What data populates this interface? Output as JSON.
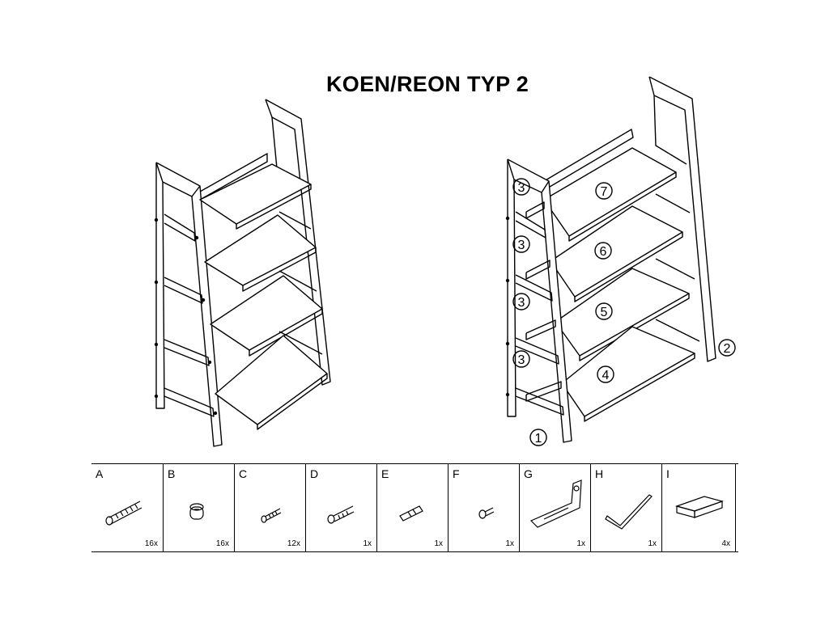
{
  "title": "KOEN/REON TYP 2",
  "callouts": [
    "1",
    "2",
    "3",
    "3",
    "3",
    "3",
    "4",
    "5",
    "6",
    "7"
  ],
  "parts": [
    {
      "letter": "A",
      "qty": "16x",
      "icon": "long-bolt-icon"
    },
    {
      "letter": "B",
      "qty": "16x",
      "icon": "barrel-nut-icon"
    },
    {
      "letter": "C",
      "qty": "12x",
      "icon": "screw-icon"
    },
    {
      "letter": "D",
      "qty": "1x",
      "icon": "wood-screw-icon"
    },
    {
      "letter": "E",
      "qty": "1x",
      "icon": "wall-plug-icon"
    },
    {
      "letter": "F",
      "qty": "1x",
      "icon": "short-screw-icon"
    },
    {
      "letter": "G",
      "qty": "1x",
      "icon": "wall-bracket-icon"
    },
    {
      "letter": "H",
      "qty": "1x",
      "icon": "allen-key-icon"
    },
    {
      "letter": "I",
      "qty": "4x",
      "icon": "felt-pad-icon"
    }
  ]
}
